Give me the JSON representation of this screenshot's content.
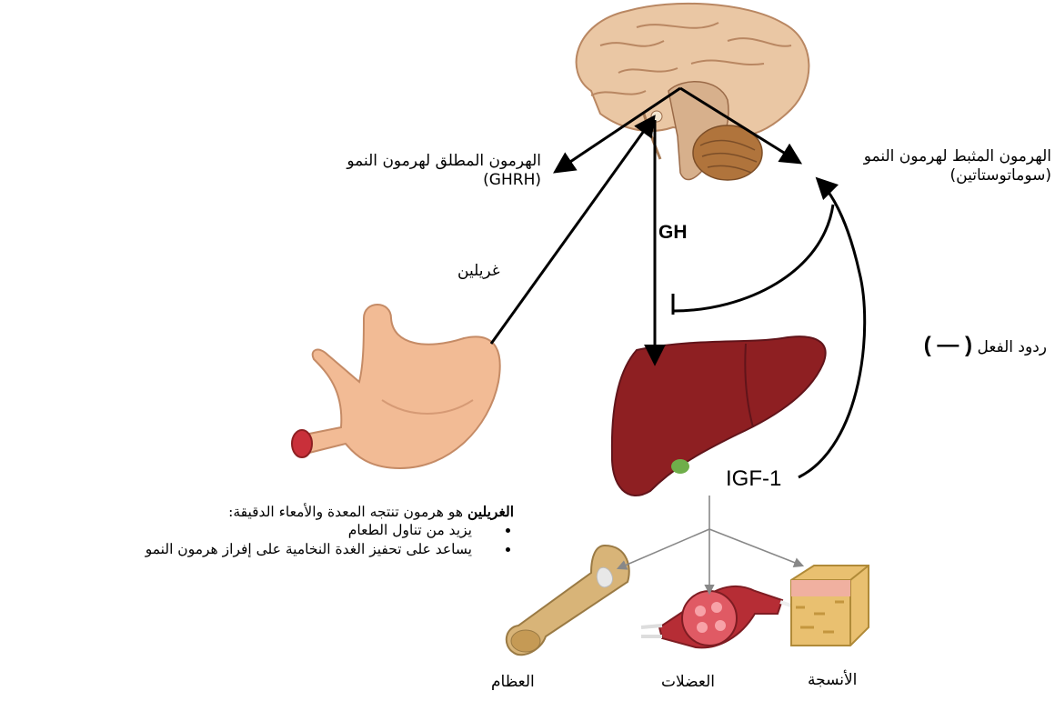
{
  "labels": {
    "ghrh_line1": "الهرمون المطلق لهرمون النمو",
    "ghrh_line2": "(GHRH)",
    "ghih_line1": "الهرمون المثبط لهرمون النمو",
    "ghih_line2": "(سوماتوستاتين)",
    "ghrelin": "غريلين",
    "gh": "GH",
    "igf1": "IGF-1",
    "feedback_text": "ردود الفعل",
    "feedback_symbol": "( — )",
    "tissue": "الأنسجة",
    "muscle": "العضلات",
    "bone": "العظام"
  },
  "note": {
    "title": "الغريلين",
    "text": " هو هرمون تنتجه المعدة والأمعاء الدقيقة:",
    "bullets": [
      "يزيد من تناول الطعام",
      "يساعد على تحفيز الغدة النخامية على إفراز هرمون النمو"
    ]
  },
  "colors": {
    "brain": "#eac7a4",
    "brain_fold": "#b98762",
    "cerebellum": "#b0743c",
    "liver": "#8e1f22",
    "liver_dark": "#61141a",
    "gallbladder": "#6fae4a",
    "stomach": "#f2bb95",
    "muscle": "#b62d35",
    "bone": "#d8b478",
    "tissue": "#e9c070",
    "arrow": "#000000",
    "thin_arrow": "#888888"
  }
}
